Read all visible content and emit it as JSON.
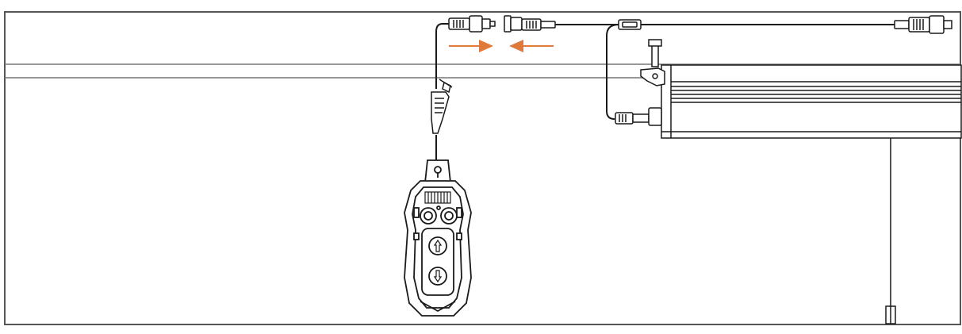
{
  "diagram": {
    "kind": "installation-illustration",
    "description_labels": [],
    "components": {
      "ceiling": "ceiling-lines",
      "motor_housing": "motor-housing",
      "mounting_bracket": "mounting-bracket",
      "pendant_controller": "pendant-controller",
      "controller_buttons": [
        "up-arrow",
        "down-arrow"
      ],
      "connectors": [
        "connector-left-male",
        "connector-middle-female",
        "connector-junction",
        "connector-right-end",
        "connector-motor"
      ],
      "arrows": [
        "arrow-right",
        "arrow-left"
      ],
      "drop_rod": "drop-rod"
    },
    "colors": {
      "line": "#1a1a1a",
      "frame": "#555555",
      "accent_arrow": "#e07a3a",
      "fill": "#ffffff"
    }
  }
}
